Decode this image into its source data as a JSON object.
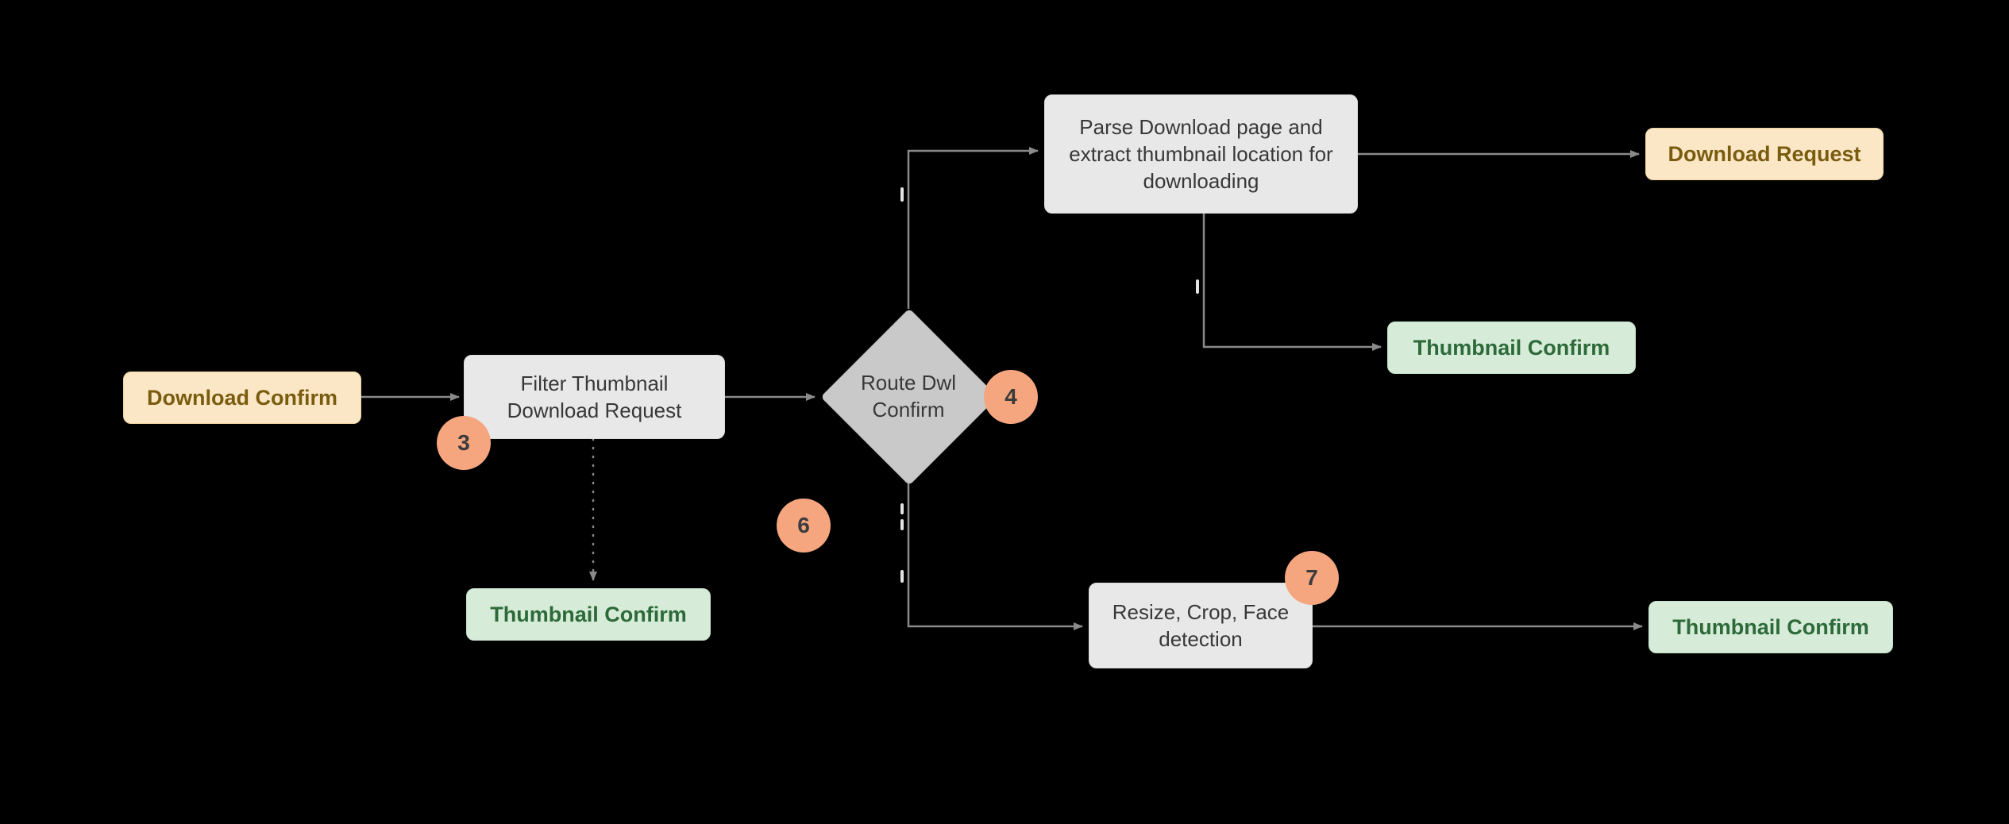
{
  "diagram": {
    "nodes": {
      "download_confirm": {
        "label": "Download Confirm"
      },
      "filter_thumbnail": {
        "label": "Filter Thumbnail Download Request"
      },
      "route_dwl": {
        "label": "Route Dwl Confirm"
      },
      "parse_download": {
        "label": "Parse Download page and extract thumbnail location for downloading"
      },
      "download_request": {
        "label": "Download Request"
      },
      "thumbnail_confirm_top": {
        "label": "Thumbnail Confirm"
      },
      "thumbnail_confirm_left": {
        "label": "Thumbnail Confirm"
      },
      "resize_crop": {
        "label": "Resize, Crop, Face detection"
      },
      "thumbnail_confirm_right": {
        "label": "Thumbnail Confirm"
      }
    },
    "badges": {
      "b3": "3",
      "b4": "4",
      "b6": "6",
      "b7": "7"
    }
  },
  "theme": {
    "background": "#000000",
    "edge": "#8a8a8a",
    "process_fill": "#e8e8e8",
    "process_text": "#383838",
    "decision_fill": "#c9c9c9",
    "io_fill": "#fbe7c6",
    "io_text": "#7a5c0f",
    "confirm_fill": "#d6ecd8",
    "confirm_text": "#2d6a39",
    "badge_fill": "#f5a67f",
    "badge_text": "#3b3b3b"
  }
}
